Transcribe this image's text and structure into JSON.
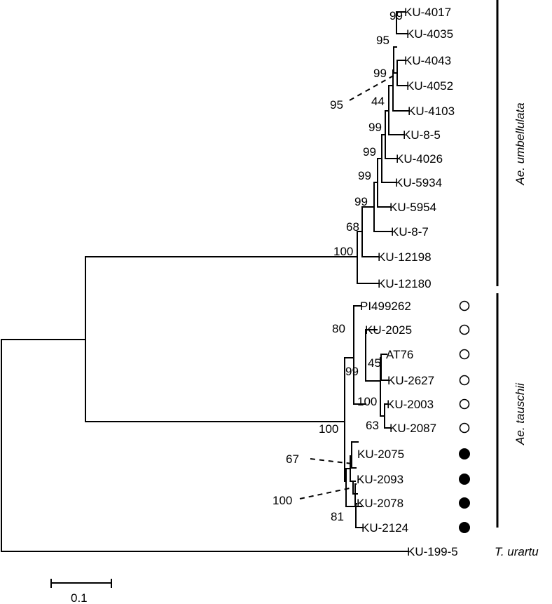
{
  "taxa": [
    "KU-4017",
    "KU-4035",
    "KU-4043",
    "KU-4052",
    "KU-4103",
    "KU-8-5",
    "KU-4026",
    "KU-5934",
    "KU-5954",
    "KU-8-7",
    "KU-12198",
    "KU-12180",
    "PI499262",
    "KU-2025",
    "AT76",
    "KU-2627",
    "KU-2003",
    "KU-2087",
    "KU-2075",
    "KU-2093",
    "KU-2078",
    "KU-2124",
    "KU-199-5"
  ],
  "bootstrap": [
    "99",
    "95",
    "99",
    "95",
    "44",
    "99",
    "99",
    "99",
    "99",
    "68",
    "100",
    "80",
    "99",
    "45",
    "100",
    "63",
    "100",
    "67",
    "100",
    "81"
  ],
  "clades": {
    "umbellulata": "Ae. umbellulata",
    "tauschii": "Ae. tauschii",
    "urartu": "T. urartu"
  },
  "markers": [
    "open",
    "open",
    "open",
    "open",
    "open",
    "open",
    "filled",
    "filled",
    "filled",
    "filled"
  ],
  "scale": {
    "label": "0.1"
  }
}
